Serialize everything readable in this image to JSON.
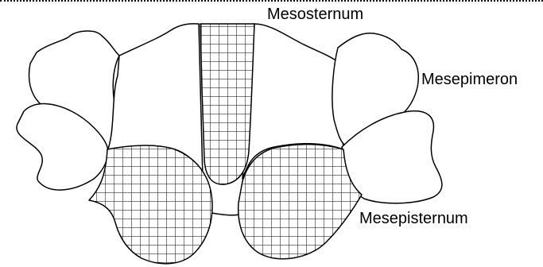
{
  "diagram": {
    "labels": {
      "mesosternum": "Mesosternum",
      "mesepimeron": "Mesepimeron",
      "mesepisternum": "Mesepisternum"
    },
    "colors": {
      "stroke": "#000000",
      "fill": "#ffffff",
      "hatch": "#000000"
    },
    "hatch_pattern": "square-grid"
  }
}
